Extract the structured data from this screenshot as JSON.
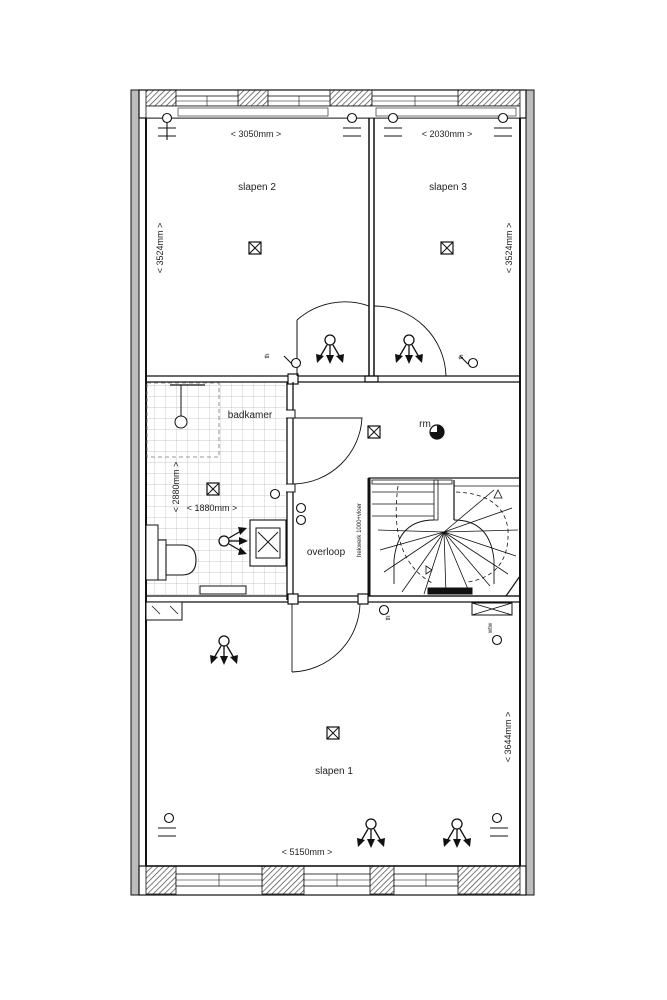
{
  "rooms": {
    "slapen2": "slapen 2",
    "slapen3": "slapen 3",
    "badkamer": "badkamer",
    "overloop": "overloop",
    "slapen1": "slapen 1"
  },
  "dimensions": {
    "slapen2_width": "< 3050mm >",
    "slapen3_width": "< 2030mm >",
    "slapen2_depth": "< 3524mm >",
    "slapen3_depth": "< 3524mm >",
    "badkamer_depth": "< 2880mm >",
    "badkamer_width": "< 1880mm >",
    "slapen1_depth": "< 3644mm >",
    "slapen1_width": "< 5150mm >"
  },
  "annotations": {
    "rm": "rm",
    "railing": "hekwerk 1000+vloer",
    "thermostat": "th",
    "wtw": "wtw"
  },
  "colors": {
    "line": "#111111",
    "tile_grid": "#b5b5b5",
    "wall_hatch": "#555555",
    "outer_wall": "#bdbdbd"
  },
  "icons": [
    "ceiling-light-icon",
    "spot-light-icon",
    "socket-icon",
    "switch-icon",
    "smoke-detector-icon",
    "thermostat-icon",
    "door-swing-icon",
    "staircase-icon",
    "toilet-icon",
    "washbasin-icon",
    "shower-icon"
  ]
}
